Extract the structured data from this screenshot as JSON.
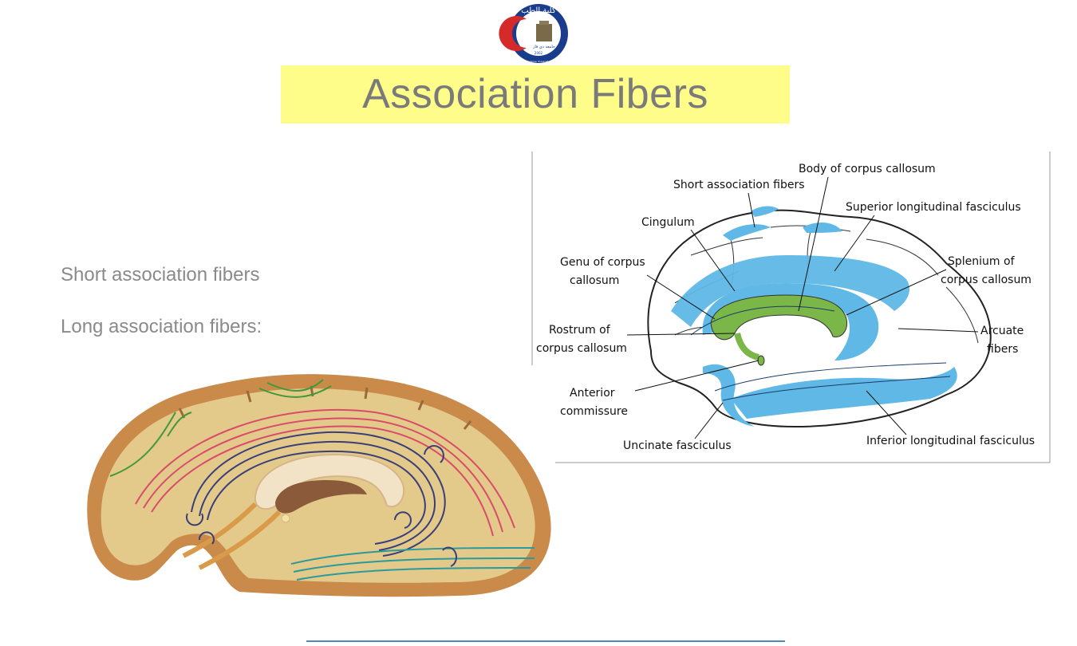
{
  "header": {
    "logo": {
      "icon": "college-of-medicine-seal",
      "ar_top": "كلية الطب",
      "ar_mid": "جامعة ذي قار",
      "en_ring": "College of Medicine University of Thi - Qar",
      "year": "2002"
    },
    "title": "Association Fibers",
    "title_bg": "#fefd8a"
  },
  "bullets": [
    "Short association fibers",
    "Long association fibers:"
  ],
  "right_diagram": {
    "labels": {
      "body_cc": "Body of corpus callosum",
      "short_assoc": "Short association fibers",
      "superior_long": "Superior longitudinal fasciculus",
      "cingulum": "Cingulum",
      "genu_1": "Genu of corpus",
      "genu_2": "callosum",
      "splenium_1": "Splenium of",
      "splenium_2": "corpus callosum",
      "rostrum_1": "Rostrum of",
      "rostrum_2": "corpus callosum",
      "arcuate_1": "Arcuate",
      "arcuate_2": "fibers",
      "anterior_1": "Anterior",
      "anterior_2": "commissure",
      "uncinate": "Uncinate fasciculus",
      "inferior_long": "Inferior longitudinal fasciculus"
    },
    "fiber_color": "#5fb8e6",
    "callosum_color": "#7ab648"
  },
  "left_diagram": {
    "cortex_color": "#c98a4a",
    "tissue_color": "#e3c98a",
    "fiber_colors": [
      "#3f9a3a",
      "#d94c6a",
      "#3a3f7a",
      "#2a9a9a"
    ]
  }
}
